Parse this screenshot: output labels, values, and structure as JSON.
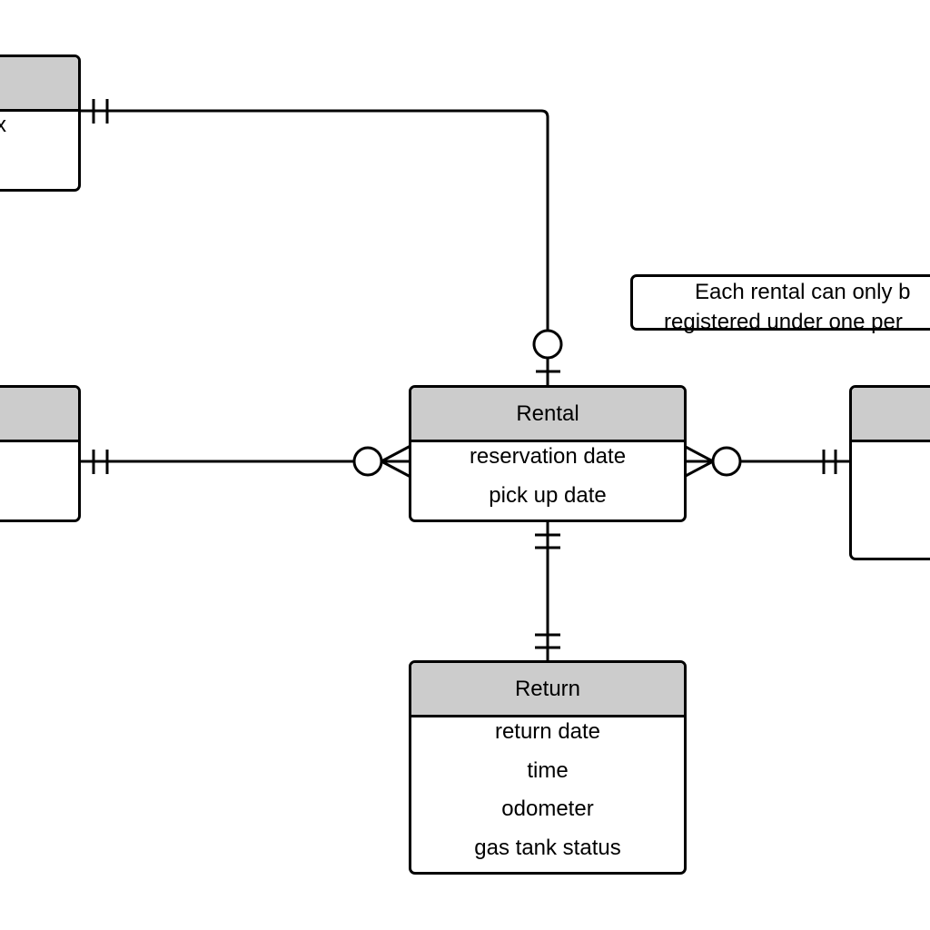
{
  "colors": {
    "header_fill": "#cccccc",
    "stroke": "#000000",
    "background": "#ffffff"
  },
  "entities": {
    "top_left": {
      "name": "",
      "attributes": [
        "x"
      ]
    },
    "mid_left": {
      "name": "",
      "attributes": []
    },
    "rental": {
      "name": "Rental",
      "attributes": [
        "reservation date",
        "pick up date"
      ]
    },
    "right": {
      "name": "",
      "attributes": []
    },
    "return": {
      "name": "Return",
      "attributes": [
        "return date",
        "time",
        "odometer",
        "gas tank status"
      ]
    }
  },
  "note": {
    "line1": "Each rental can only b",
    "line2": "registered under one per"
  },
  "relationships": [
    {
      "from": "top_left",
      "to": "rental",
      "from_end": "one-and-only-one",
      "to_end": "zero-or-one"
    },
    {
      "from": "mid_left",
      "to": "rental",
      "from_end": "one-and-only-one",
      "to_end": "zero-or-many"
    },
    {
      "from": "right",
      "to": "rental",
      "from_end": "one-and-only-one",
      "to_end": "zero-or-many"
    },
    {
      "from": "rental",
      "to": "return",
      "from_end": "one-and-only-one",
      "to_end": "one-and-only-one"
    }
  ]
}
